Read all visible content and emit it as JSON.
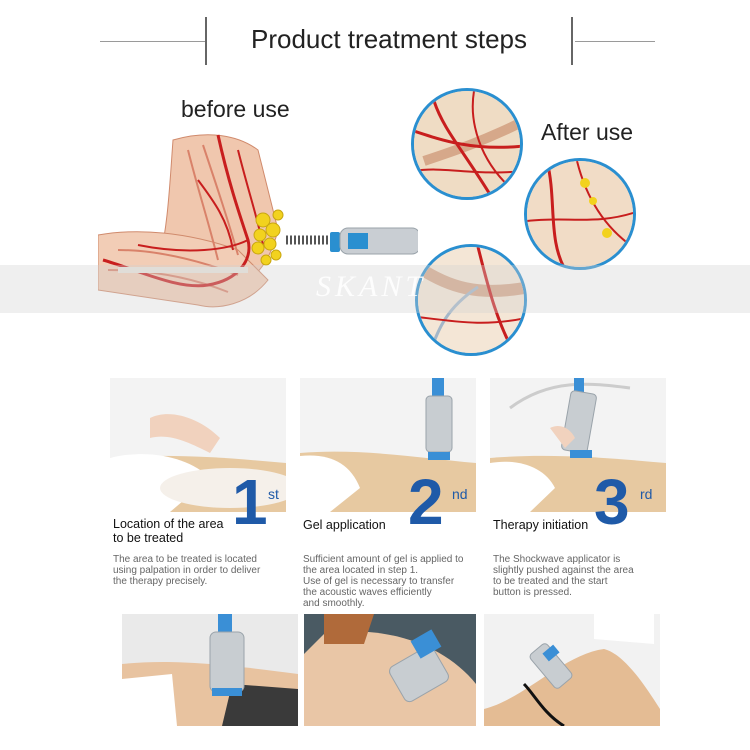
{
  "title": "Product treatment steps",
  "captions": {
    "before": "before use",
    "after": "After use"
  },
  "watermark": "SKANT",
  "steps": [
    {
      "number": "1",
      "suffix": "st",
      "title_line1": "Location of the area",
      "title_line2": "to be treated",
      "desc": [
        "The area to be treated is located",
        "using palpation in order to deliver",
        "the therapy precisely."
      ]
    },
    {
      "number": "2",
      "suffix": "nd",
      "title_line1": "Gel application",
      "title_line2": "",
      "desc": [
        "Sufficient amount of gel is applied to",
        "the area located in step 1.",
        "Use of gel is necessary to transfer",
        "the acoustic waves efficiently",
        "and smoothly."
      ]
    },
    {
      "number": "3",
      "suffix": "rd",
      "title_line1": "Therapy initiation",
      "title_line2": "",
      "desc": [
        "The Shockwave applicator is",
        "slightly pushed against the area",
        "to be treated and the start",
        "button is pressed."
      ]
    }
  ],
  "colors": {
    "accent": "#1f5aa8",
    "vessel": "#c81e1e",
    "device": "#3a8fd6"
  }
}
